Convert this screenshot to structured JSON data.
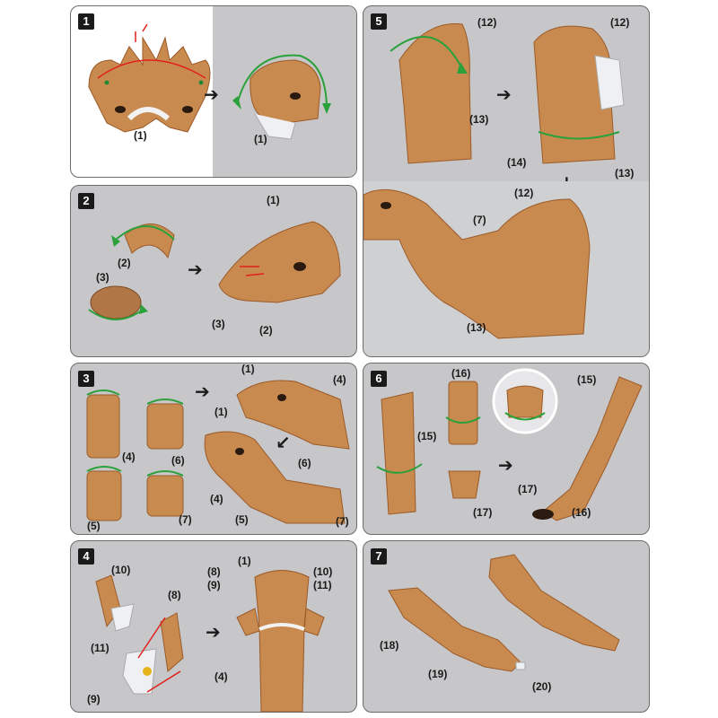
{
  "steps": [
    {
      "number": "1",
      "labels": [
        "(1)",
        "(1)"
      ]
    },
    {
      "number": "2",
      "labels": [
        "(1)",
        "(2)",
        "(3)",
        "(3)",
        "(2)"
      ]
    },
    {
      "number": "3",
      "labels": [
        "(1)",
        "(4)",
        "(1)",
        "(4)",
        "(6)",
        "(5)",
        "(7)",
        "(6)",
        "(4)",
        "(5)",
        "(7)"
      ]
    },
    {
      "number": "4",
      "labels": [
        "(10)",
        "(11)",
        "(8)",
        "(9)",
        "(8)",
        "(9)",
        "(1)",
        "(10)",
        "(11)",
        "(4)"
      ]
    },
    {
      "number": "5",
      "labels": [
        "(12)",
        "(13)",
        "(12)",
        "(14)",
        "(13)",
        "(12)",
        "(7)",
        "(13)"
      ]
    },
    {
      "number": "6",
      "labels": [
        "(16)",
        "(15)",
        "(15)",
        "(17)",
        "(17)",
        "(16)"
      ]
    },
    {
      "number": "7",
      "labels": [
        "(18)",
        "(19)",
        "(20)"
      ]
    }
  ],
  "colors": {
    "panel_bg": "#c7c7c9",
    "paper_tan": "#c98a4f",
    "paper_dark": "#9b5a28",
    "tab_white": "#eef0f4",
    "arrow_green": "#2aa13b",
    "arrow_red": "#e0201c"
  }
}
